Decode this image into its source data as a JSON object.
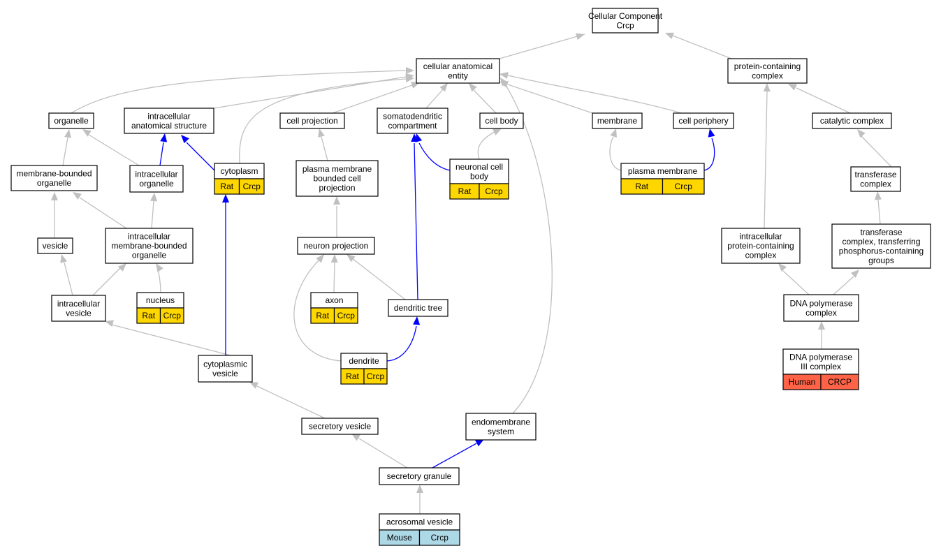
{
  "diagram": {
    "nodes": {
      "cellular_component": [
        "Cellular Component",
        "Crcp"
      ],
      "cellular_anatomical_entity": [
        "cellular anatomical",
        "entity"
      ],
      "protein_containing_complex": [
        "protein-containing",
        "complex"
      ],
      "organelle": [
        "organelle"
      ],
      "intracellular_anatomical_structure": [
        "intracellular",
        "anatomical structure"
      ],
      "cell_projection": [
        "cell projection"
      ],
      "somatodendritic_compartment": [
        "somatodendritic",
        "compartment"
      ],
      "cell_body": [
        "cell body"
      ],
      "membrane": [
        "membrane"
      ],
      "cell_periphery": [
        "cell periphery"
      ],
      "catalytic_complex": [
        "catalytic complex"
      ],
      "membrane_bounded_organelle": [
        "membrane-bounded",
        "organelle"
      ],
      "intracellular_organelle": [
        "intracellular",
        "organelle"
      ],
      "cytoplasm": [
        "cytoplasm"
      ],
      "plasma_membrane_bounded_cell_projection": [
        "plasma membrane",
        "bounded cell",
        "projection"
      ],
      "neuronal_cell_body": [
        "neuronal cell",
        "body"
      ],
      "plasma_membrane": [
        "plasma membrane"
      ],
      "transferase_complex": [
        "transferase",
        "complex"
      ],
      "vesicle": [
        "vesicle"
      ],
      "intracellular_membrane_bounded_organelle": [
        "intracellular",
        "membrane-bounded",
        "organelle"
      ],
      "neuron_projection": [
        "neuron projection"
      ],
      "intracellular_protein_containing_complex": [
        "intracellular",
        "protein-containing",
        "complex"
      ],
      "transferase_complex_phosphorus": [
        "transferase",
        "complex, transferring",
        "phosphorus-containing",
        "groups"
      ],
      "intracellular_vesicle": [
        "intracellular",
        "vesicle"
      ],
      "nucleus": [
        "nucleus"
      ],
      "axon": [
        "axon"
      ],
      "dendritic_tree": [
        "dendritic tree"
      ],
      "dna_polymerase_complex": [
        "DNA polymerase",
        "complex"
      ],
      "dendrite": [
        "dendrite"
      ],
      "cytoplasmic_vesicle": [
        "cytoplasmic",
        "vesicle"
      ],
      "dna_polymerase_iii_complex": [
        "DNA polymerase",
        "III complex"
      ],
      "secretory_vesicle": [
        "secretory vesicle"
      ],
      "endomembrane_system": [
        "endomembrane",
        "system"
      ],
      "secretory_granule": [
        "secretory granule"
      ],
      "acrosomal_vesicle": [
        "acrosomal vesicle"
      ]
    },
    "annotations": {
      "cytoplasm": [
        "Rat",
        "Crcp"
      ],
      "neuronal_cell_body": [
        "Rat",
        "Crcp"
      ],
      "plasma_membrane": [
        "Rat",
        "Crcp"
      ],
      "nucleus": [
        "Rat",
        "Crcp"
      ],
      "axon": [
        "Rat",
        "Crcp"
      ],
      "dendrite": [
        "Rat",
        "Crcp"
      ],
      "dna_polymerase_iii_complex": [
        "Human",
        "CRCP"
      ],
      "acrosomal_vesicle": [
        "Mouse",
        "Crcp"
      ]
    },
    "colors": {
      "edge_is_a": "#c0c0c0",
      "edge_part_of": "#0000ff",
      "rat": "#ffd700",
      "human": "#ff6347",
      "mouse": "#add8e6"
    }
  }
}
